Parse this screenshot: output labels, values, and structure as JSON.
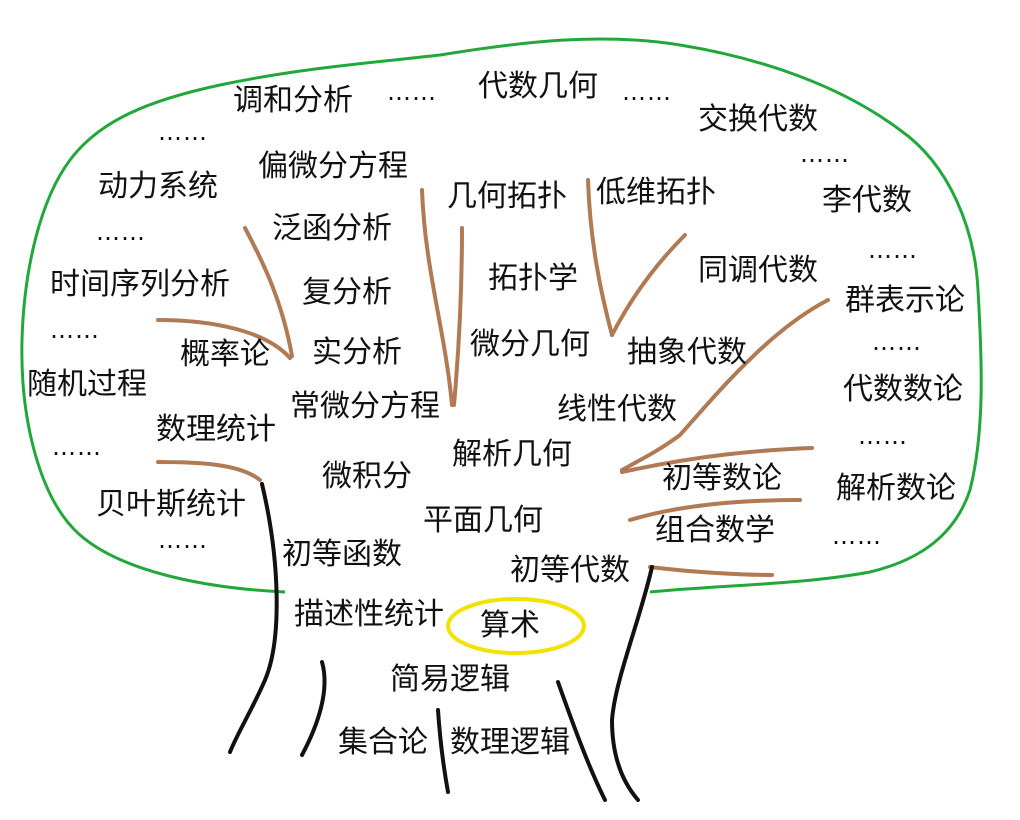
{
  "colors": {
    "canopy_outline": "#22a83a",
    "branch": "#b07a55",
    "trunk": "#111111",
    "root_highlight": "#f2e200",
    "text": "#111111"
  },
  "labels": {
    "harmonic_analysis": "调和分析",
    "algebraic_geometry": "代数几何",
    "commutative_algebra": "交换代数",
    "dynamical_systems": "动力系统",
    "partial_de": "偏微分方程",
    "geometric_topology": "几何拓扑",
    "low_dim_topology": "低维拓扑",
    "lie_algebra": "李代数",
    "functional_analysis": "泛函分析",
    "time_series": "时间序列分析",
    "complex_analysis": "复分析",
    "topology": "拓扑学",
    "homological_algebra": "同调代数",
    "group_representation": "群表示论",
    "probability": "概率论",
    "real_analysis": "实分析",
    "differential_geometry": "微分几何",
    "abstract_algebra": "抽象代数",
    "stochastic_process": "随机过程",
    "ordinary_de": "常微分方程",
    "algebraic_number_theory": "代数数论",
    "linear_algebra": "线性代数",
    "mathematical_statistics": "数理统计",
    "analytic_geometry": "解析几何",
    "calculus": "微积分",
    "elementary_number_theory": "初等数论",
    "analytic_number_theory": "解析数论",
    "bayesian_statistics": "贝叶斯统计",
    "plane_geometry": "平面几何",
    "combinatorics": "组合数学",
    "elementary_functions": "初等函数",
    "elementary_algebra": "初等代数",
    "descriptive_statistics": "描述性统计",
    "arithmetic": "算术",
    "simple_logic": "简易逻辑",
    "set_theory": "集合论",
    "mathematical_logic": "数理逻辑"
  },
  "ellipsis": "……"
}
